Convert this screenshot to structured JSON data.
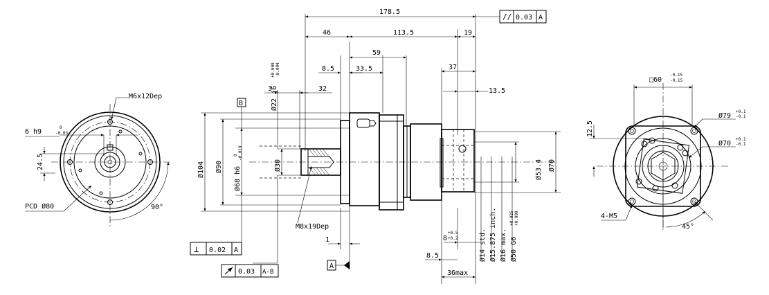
{
  "dims": {
    "overall_length": "178.5",
    "flatness": "//",
    "flatness_tol": "0.03",
    "flatness_datum": "A",
    "d46": "46",
    "d113_5": "113.5",
    "d19": "19",
    "d59": "59",
    "d8_5_top": "8.5",
    "d33_5": "33.5",
    "d37": "37",
    "d3": "3",
    "d32": "32",
    "d13_5": "13.5",
    "shaft_dia": "Ø22 j6 (+0.009/-0.004)",
    "shaft_dia_main": "Ø22 j6",
    "shaft_dia_up": "+0.009",
    "shaft_dia_lo": "-0.004",
    "datum_B": "B",
    "dia104": "Ø104",
    "dia90": "Ø90",
    "dia68_main": "Ø68 h6",
    "dia68_up": "0",
    "dia68_lo": "-0.019",
    "dia30": "Ø30",
    "m8": "M8x19Dep",
    "perp_sym": "⊥",
    "perp_tol": "0.02",
    "perp_datum": "A",
    "runout_tol": "0.03",
    "runout_datum": "A-B",
    "datum_A": "A",
    "d1": "1",
    "dia53_4": "Ø53.4",
    "dia70": "Ø70",
    "d8_main": "8",
    "d8_up": "+0.5",
    "d8_lo": "+0.2",
    "d8_5_bottom": "8.5",
    "d36max": "36max",
    "bore1": "Ø14 std.",
    "bore2": "Ø15.875 inch.",
    "bore3": "Ø16 max.",
    "bore4_main": "Ø50 G6",
    "bore4_up": "+0.025",
    "bore4_lo": "+0.009"
  },
  "left_view": {
    "tap": "M6x12Dep",
    "key_main": "6 h9",
    "key_up": "0",
    "key_lo": "-0.03",
    "d24_5": "24.5",
    "pcd": "PCD Ø80",
    "angle": "90°"
  },
  "right_view": {
    "square_main": "□60",
    "square_up": "-0.15",
    "square_lo": "-0.15",
    "dia79_main": "Ø79",
    "dia79_up": "+0.1",
    "dia79_lo": "-0.1",
    "dia70_main": "Ø70",
    "dia70_up": "+0.1",
    "dia70_lo": "-0.1",
    "d12_5": "12.5",
    "tap": "4-M5",
    "angle": "45°"
  }
}
